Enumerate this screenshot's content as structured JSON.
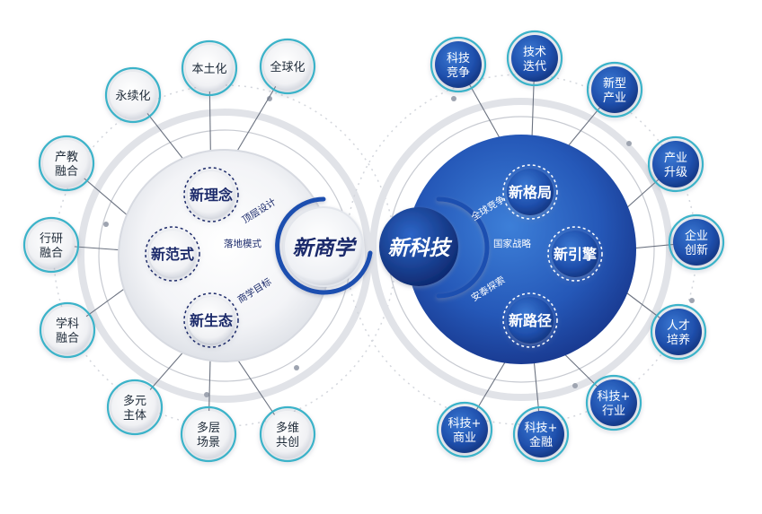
{
  "center": {
    "left_title": "新商学",
    "right_title": "新科技"
  },
  "left": {
    "hubs": [
      "新理念",
      "新范式",
      "新生态"
    ],
    "links": [
      "顶层设计",
      "落地模式",
      "商学目标"
    ],
    "leaves": [
      [
        "本土化"
      ],
      [
        "全球化"
      ],
      [
        "永续化"
      ],
      [
        "产教",
        "融合"
      ],
      [
        "行研",
        "融合"
      ],
      [
        "学科",
        "融合"
      ],
      [
        "多元",
        "主体"
      ],
      [
        "多层",
        "场景"
      ],
      [
        "多维",
        "共创"
      ]
    ]
  },
  "right": {
    "hubs": [
      "新格局",
      "新引擎",
      "新路径"
    ],
    "links": [
      "全球竞争",
      "国家战略",
      "安泰探索"
    ],
    "leaves": [
      [
        "科技",
        "竞争"
      ],
      [
        "技术",
        "迭代"
      ],
      [
        "新型",
        "产业"
      ],
      [
        "产业",
        "升级"
      ],
      [
        "企业",
        "创新"
      ],
      [
        "人才",
        "培养"
      ],
      [
        "科技+",
        "行业"
      ],
      [
        "科技+",
        "金融"
      ],
      [
        "科技+",
        "商业"
      ]
    ]
  },
  "colors": {
    "navy": "#1b2a6b",
    "blue": "#2354b8",
    "deep_blue": "#1a3f9a",
    "teal_ring": "#3bb3c9",
    "grey_ring": "#c9ccd3"
  }
}
